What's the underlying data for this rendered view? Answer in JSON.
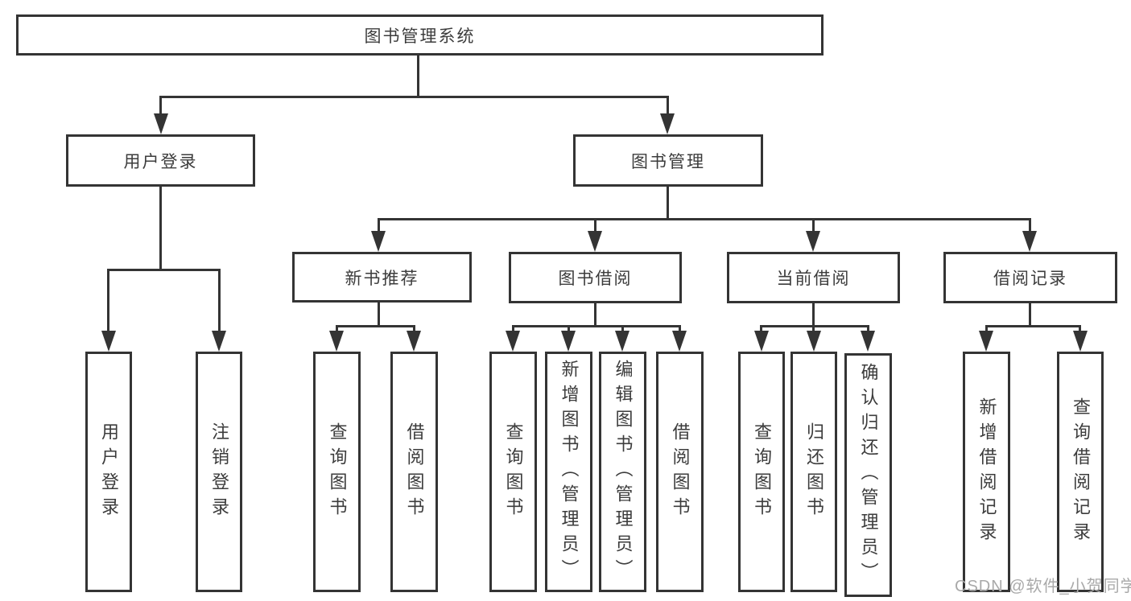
{
  "diagram": {
    "root": {
      "label": "图书管理系统"
    },
    "branches": [
      {
        "label": "用户登录",
        "children": [
          {
            "label": "用户登录"
          },
          {
            "label": "注销登录"
          }
        ]
      },
      {
        "label": "图书管理",
        "children": [
          {
            "label": "新书推荐",
            "children": [
              {
                "label": "查询图书"
              },
              {
                "label": "借阅图书"
              }
            ]
          },
          {
            "label": "图书借阅",
            "children": [
              {
                "label": "查询图书"
              },
              {
                "label": "新增图书（管理员）"
              },
              {
                "label": "编辑图书（管理员）"
              },
              {
                "label": "借阅图书"
              }
            ]
          },
          {
            "label": "当前借阅",
            "children": [
              {
                "label": "查询图书"
              },
              {
                "label": "归还图书"
              },
              {
                "label": "确认归还（管理员）"
              }
            ]
          },
          {
            "label": "借阅记录",
            "children": [
              {
                "label": "新增借阅记录"
              },
              {
                "label": "查询借阅记录"
              }
            ]
          }
        ]
      }
    ],
    "watermark": "CSDN @软件_小贺同学",
    "colors": {
      "line": "#343434",
      "text": "#3c3c3c",
      "watermark": "#a9a9a9",
      "background": "#ffffff"
    }
  }
}
